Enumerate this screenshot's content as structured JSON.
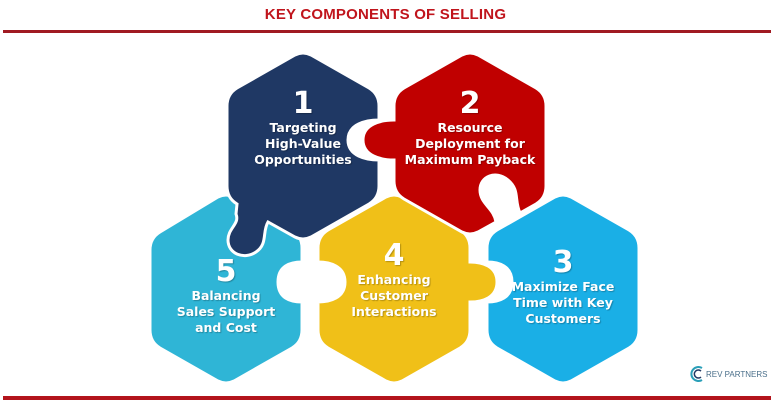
{
  "header": {
    "title": "KEY COMPONENTS OF SELLING"
  },
  "colors": {
    "title": "#C0141C",
    "rule": "#A01A22",
    "piece_1": "#1F3864",
    "piece_2": "#C00000",
    "piece_3": "#1AAFE6",
    "piece_4": "#F0C018",
    "piece_5": "#2FB5D6"
  },
  "pieces": [
    {
      "number": "1",
      "lines": [
        "Targeting",
        "High-Value",
        "Opportunities"
      ],
      "color": "navy"
    },
    {
      "number": "2",
      "lines": [
        "Resource",
        "Deployment for",
        "Maximum Payback"
      ],
      "color": "red"
    },
    {
      "number": "3",
      "lines": [
        "Maximize Face",
        "Time with Key",
        "Customers"
      ],
      "color": "sky-blue"
    },
    {
      "number": "4",
      "lines": [
        "Enhancing",
        "Customer",
        "Interactions"
      ],
      "color": "yellow"
    },
    {
      "number": "5",
      "lines": [
        "Balancing",
        "Sales Support",
        "and Cost"
      ],
      "color": "teal"
    }
  ],
  "logo": {
    "text": "REV PARTNERS"
  }
}
